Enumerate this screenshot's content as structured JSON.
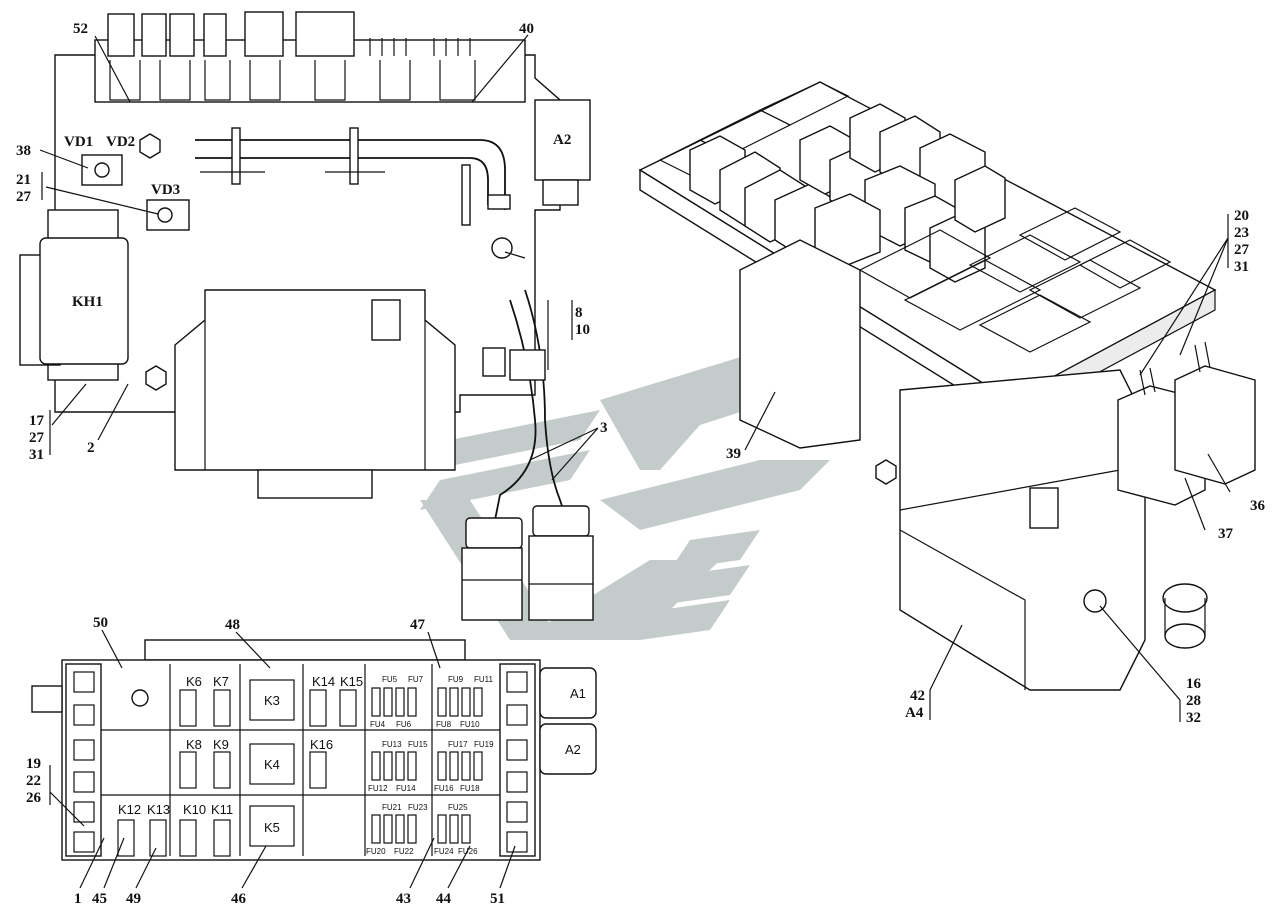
{
  "watermark": {
    "color": "#c4cccb"
  },
  "components": {
    "vd1": "VD1",
    "vd2": "VD2",
    "vd3": "VD3",
    "kh1": "KH1",
    "a2_block": "A2"
  },
  "callouts": {
    "c52": "52",
    "c40": "40",
    "c38": "38",
    "c21": "21",
    "c27a": "27",
    "c17": "17",
    "c27b": "27",
    "c31a": "31",
    "c2": "2",
    "c8": "8",
    "c10": "10",
    "c3": "3",
    "c39": "39",
    "c20": "20",
    "c23": "23",
    "c27c": "27",
    "c31b": "31",
    "c36": "36",
    "c37": "37",
    "c42": "42",
    "cA4": "A4",
    "c16": "16",
    "c28": "28",
    "c32": "32",
    "c50": "50",
    "c48": "48",
    "c47": "47",
    "c19": "19",
    "c22": "22",
    "c26": "26",
    "c1": "1",
    "c45": "45",
    "c49": "49",
    "c46": "46",
    "c43": "43",
    "c44": "44",
    "c51": "51"
  },
  "fuse_box": {
    "side_a1": "A1",
    "side_a2": "A2",
    "relays": {
      "k3": "K3",
      "k4": "K4",
      "k5": "K5",
      "k6": "K6",
      "k7": "K7",
      "k8": "K8",
      "k9": "K9",
      "k10": "K10",
      "k11": "K11",
      "k12": "K12",
      "k13": "K13",
      "k14": "K14",
      "k15": "K15",
      "k16": "K16"
    },
    "fuses": {
      "fu4": "FU4",
      "fu5": "FU5",
      "fu6": "FU6",
      "fu7": "FU7",
      "fu8": "FU8",
      "fu9": "FU9",
      "fu10": "FU10",
      "fu11": "FU11",
      "fu12": "FU12",
      "fu13": "FU13",
      "fu14": "FU14",
      "fu15": "FU15",
      "fu16": "FU16",
      "fu17": "FU17",
      "fu18": "FU18",
      "fu19": "FU19",
      "fu20": "FU20",
      "fu21": "FU21",
      "fu22": "FU22",
      "fu23": "FU23",
      "fu24": "FU24",
      "fu25": "FU25",
      "fu26": "FU26"
    }
  }
}
